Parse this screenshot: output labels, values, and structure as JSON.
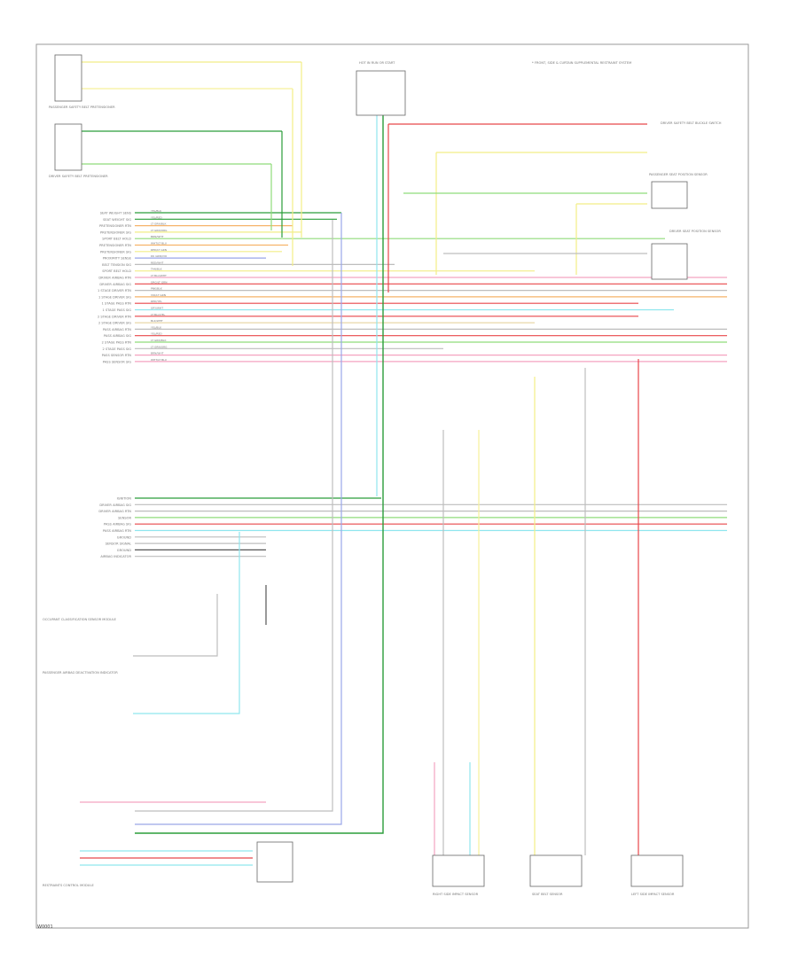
{
  "diagram": {
    "colors": {
      "border": "#9a9a9a",
      "line": "#7a7a7a",
      "text": "#777777",
      "wire_yellow": "#f2ee86",
      "wire_light_yellow": "#f6f19a",
      "wire_green": "#2a9d3a",
      "wire_light_green": "#8fdc7a",
      "wire_red": "#e8474a",
      "wire_pink": "#f4a3c0",
      "wire_light_blue": "#8fe6ee",
      "wire_blue": "#9aa6e8",
      "wire_orange": "#f6b36a",
      "wire_tan": "#e9d7a8",
      "wire_gray": "#bdbdbd",
      "wire_dark": "#555555"
    },
    "page_id": "W0001",
    "note": "* FRONT, SIDE & CURTAIN SUPPLEMENTAL RESTRAINT SYSTEM",
    "connector_left_labels": [
      "SEAT WEIGHT SENS",
      "SEAT WEIGHT SIG",
      "PRETENSIONER RTN",
      "PRETENSIONER SIG",
      "SPORT BELT HOLD",
      "PRETENSIONER RTN",
      "PRETENSIONER SIG",
      "PROXIMITY SENSE",
      "BELT TENSION SIG",
      "SPORT BELT HOLD",
      "DRIVER AIRBAG RTN",
      "DRIVER AIRBAG SIG",
      "1 STAGE DRIVER RTN",
      "1 STAGE DRIVER SIG",
      "1 STAGE PASS RTN",
      "1 STAGE PASS SIG",
      "2 STAGE DRIVER RTN",
      "2 STAGE DRIVER SIG",
      "PASS AIRBAG RTN",
      "PASS AIRBAG SIG",
      "2 STAGE PASS RTN",
      "2 STAGE PASS SIG",
      "PASS SENSOR RTN",
      "PASS SENSOR SIG",
      "IGNITION",
      "DRIVER AIRBAG SIG",
      "DRIVER AIRBAG RTN",
      "SENSOR",
      "PASS AIRBAG SIG",
      "PASS AIRBAG RTN",
      "GROUND",
      "SENSOR SIGNAL",
      "GROUND",
      "AIRBAG INDICATOR"
    ],
    "top_components": [
      "PASSENGER SAFETY BELT PRETENSIONER",
      "DRIVER SAFETY BELT PRETENSIONER",
      "HOT IN RUN OR START",
      "PASSENGER SEAT POSITION SENSOR",
      "DRIVER SEAT POSITION SENSOR",
      "DRIVER SAFETY BELT BUCKLE SWITCH"
    ],
    "bottom_components": [
      "RIGHT SIDE IMPACT SENSOR",
      "SEAT BELT SENSOR",
      "LEFT SIDE IMPACT SENSOR",
      "RESTRAINTS CONTROL MODULE",
      "OCCUPANT CLASSIFICATION SENSOR MODULE",
      "PASSENGER AIRBAG DEACTIVATION INDICATOR"
    ],
    "wire_codes": [
      "YEL/BLK",
      "YEL/RED",
      "LT GRN/BLK",
      "LT GRN/ORG",
      "BRN/WHT",
      "WHT/LT BLU",
      "RED/LT GRN",
      "DK GRN/VIO",
      "RED/WHT",
      "TAN/BLK",
      "LT BLU/WHT",
      "ORG/LT GRN",
      "PNK/BLK",
      "VIO/LT GRN",
      "RED/YEL",
      "GRY/WHT",
      "LT BLU/YEL",
      "BLK/WHT"
    ]
  }
}
